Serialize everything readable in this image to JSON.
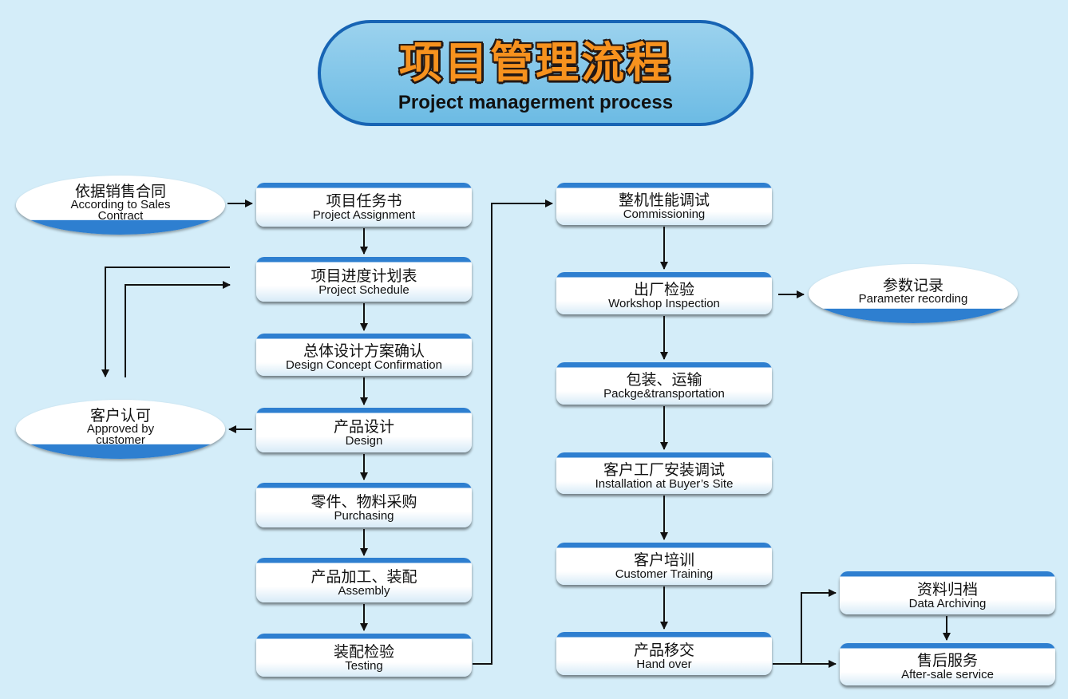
{
  "title": {
    "zh": "项目管理流程",
    "en": "Project managerment process"
  },
  "steps_left": [
    {
      "zh": "项目任务书",
      "en": "Project Assignment"
    },
    {
      "zh": "项目进度计划表",
      "en": "Project Schedule"
    },
    {
      "zh": "总体设计方案确认",
      "en": "Design Concept Confirmation"
    },
    {
      "zh": "产品设计",
      "en": "Design"
    },
    {
      "zh": "零件、物料采购",
      "en": "Purchasing"
    },
    {
      "zh": "产品加工、装配",
      "en": "Assembly"
    },
    {
      "zh": "装配检验",
      "en": "Testing"
    }
  ],
  "steps_right": [
    {
      "zh": "整机性能调试",
      "en": "Commissioning"
    },
    {
      "zh": "出厂检验",
      "en": "Workshop Inspection"
    },
    {
      "zh": "包装、运输",
      "en": "Packge&transportation"
    },
    {
      "zh": "客户工厂安装调试",
      "en": "Installation at Buyer’s Site"
    },
    {
      "zh": "客户培训",
      "en": "Customer Training"
    },
    {
      "zh": "产品移交",
      "en": "Hand over"
    }
  ],
  "side_nodes": {
    "contract": {
      "zh": "依据销售合同",
      "en1": "According to Sales",
      "en2": "Contract"
    },
    "approved": {
      "zh": "客户认可",
      "en1": "Approved by",
      "en2": "customer"
    },
    "parameter": {
      "zh": "参数记录",
      "en": "Parameter recording"
    },
    "archiving": {
      "zh": "资料归档",
      "en": "Data Archiving"
    },
    "after_sale": {
      "zh": "售后服务",
      "en": "After-sale service"
    }
  },
  "colors": {
    "accent": "#2e7fd0",
    "title_orange": "#f7921e",
    "border_blue": "#1764b4",
    "background": "#d4edf9"
  }
}
